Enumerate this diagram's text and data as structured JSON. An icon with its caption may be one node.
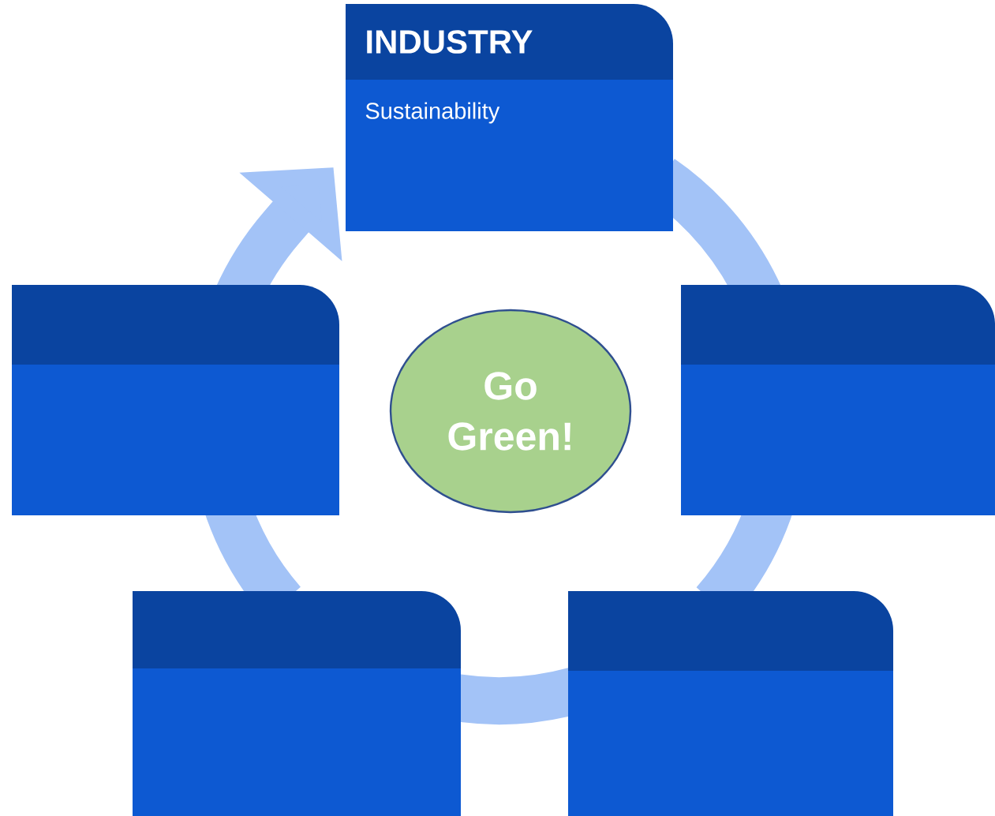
{
  "diagram": {
    "nodes": [
      {
        "text": [
          "INDUSTRY",
          "Sustainability"
        ]
      },
      {
        "text": [],
        "shape": "box"
      },
      {
        "text": [
          "Go Green!"
        ]
      },
      {
        "text": [],
        "shape": "box"
      },
      {
        "text": [],
        "shape": "box"
      },
      {
        "text": [],
        "shape": "box"
      }
    ],
    "edges": [
      {
        "from": 0,
        "to": 3,
        "arrow": "none"
      },
      {
        "from": 3,
        "to": 5,
        "arrow": "none"
      },
      {
        "from": 5,
        "to": 4,
        "arrow": "none"
      },
      {
        "from": 4,
        "to": 1,
        "arrow": "none"
      },
      {
        "from": 1,
        "to": 0,
        "arrow": "to"
      }
    ]
  }
}
